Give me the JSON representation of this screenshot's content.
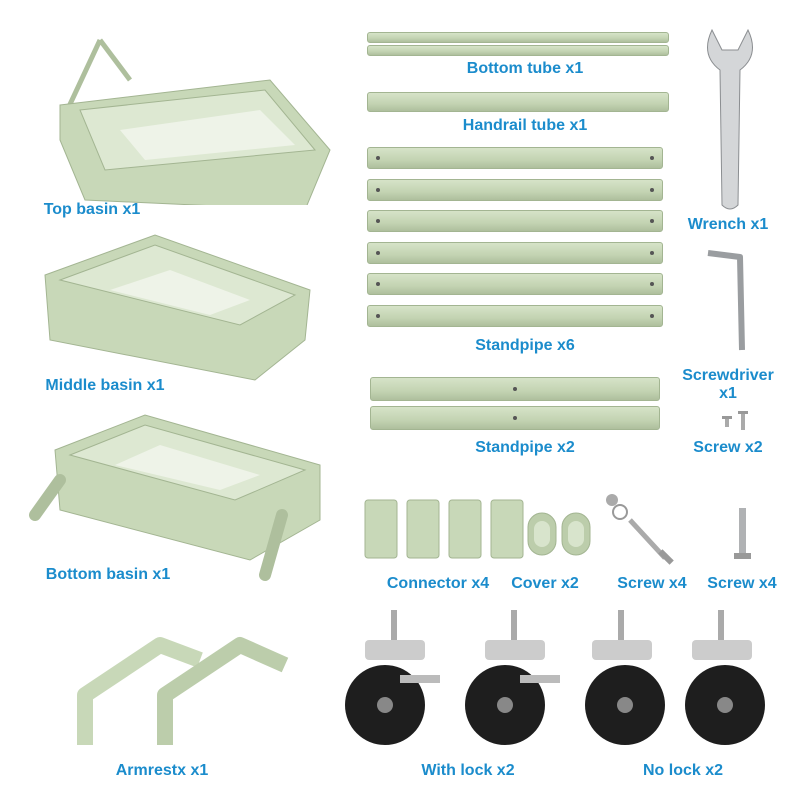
{
  "colors": {
    "label": "#1b8ccc",
    "part": "#c8d8b8",
    "outline": "#a3b592"
  },
  "labels": {
    "top_basin": "Top basin x1",
    "middle_basin": "Middle basin x1",
    "bottom_basin": "Bottom basin x1",
    "armrest": "Armrestx x1",
    "bottom_tube": "Bottom tube x1",
    "handrail_tube": "Handrail tube x1",
    "standpipe6": "Standpipe x6",
    "standpipe2": "Standpipe x2",
    "wrench": "Wrench x1",
    "screwdriver": "Screwdriver",
    "screwdriver_qty": "x1",
    "screw2": "Screw x2",
    "connector": "Connector x4",
    "cover": "Cover x2",
    "screw4a": "Screw x4",
    "screw4b": "Screw x4",
    "with_lock": "With lock x2",
    "no_lock": "No lock x2"
  }
}
